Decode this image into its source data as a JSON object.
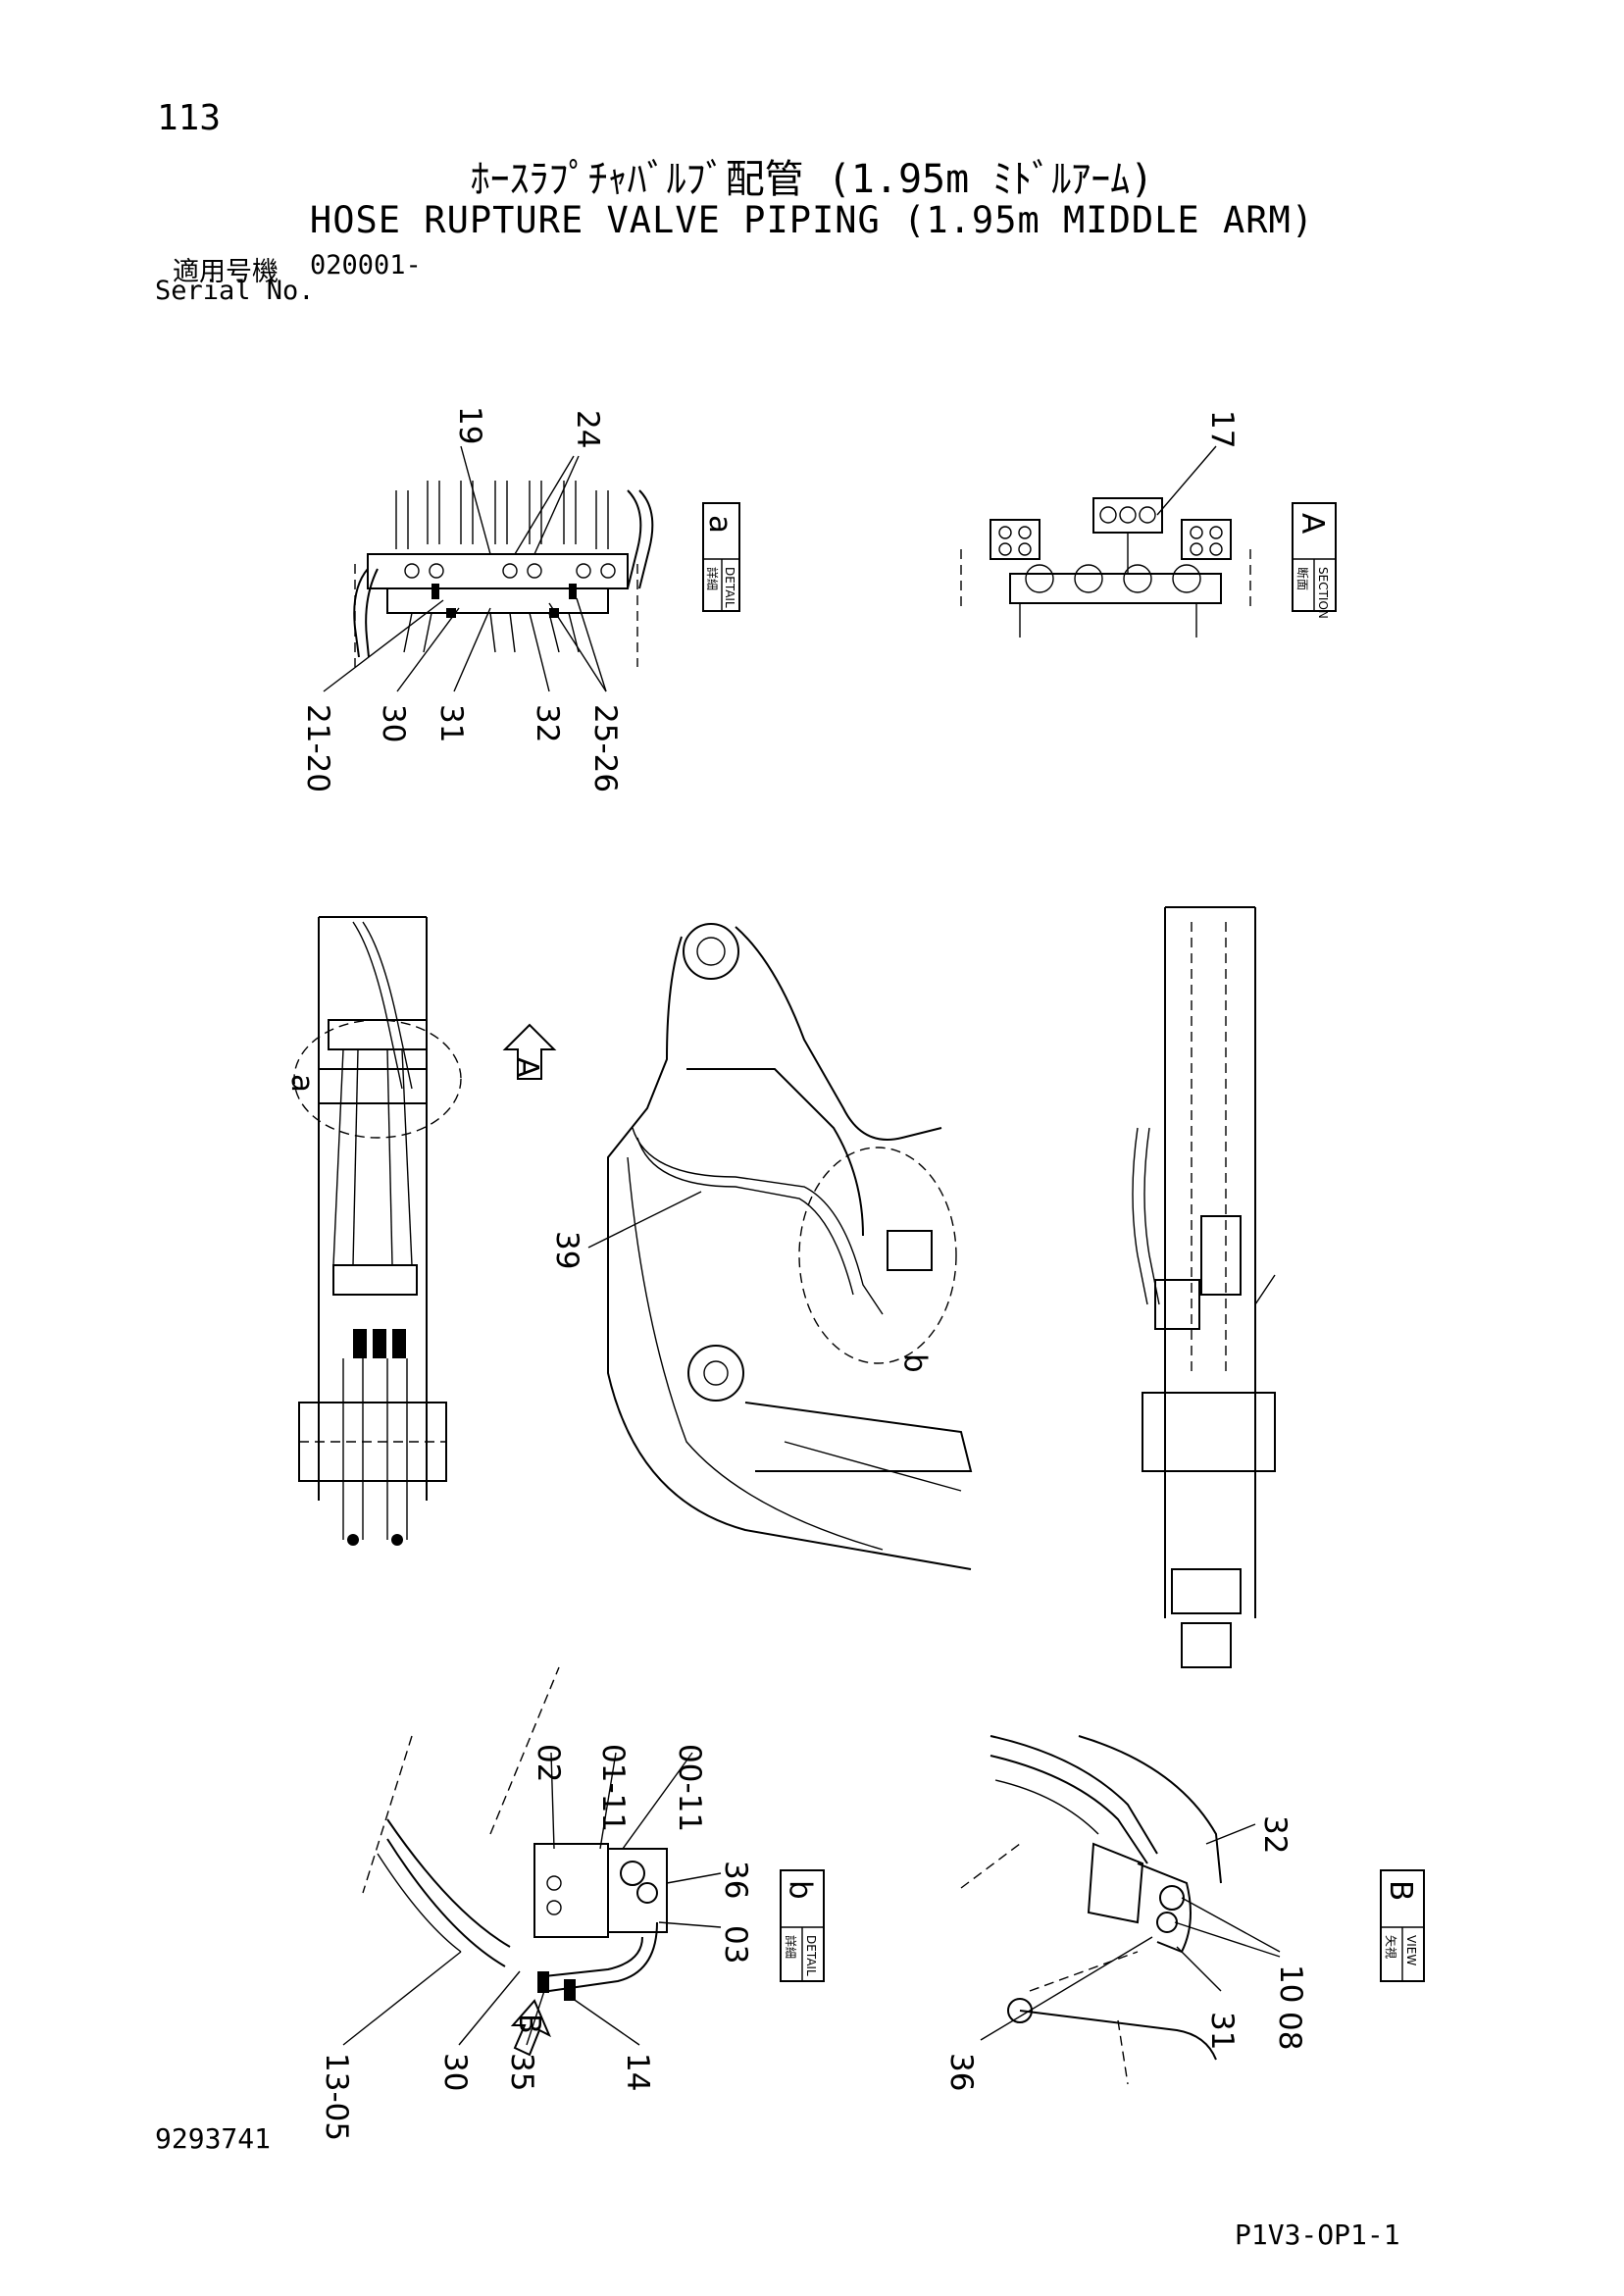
{
  "header": {
    "page_number": "113",
    "title_jp": "ﾎｰｽﾗﾌﾟﾁｬﾊﾞﾙﾌﾞ配管 (1.95m ﾐﾄﾞﾙｱｰﾑ)",
    "title_en": "HOSE RUPTURE VALVE PIPING (1.95m MIDDLE ARM)",
    "serial_label_jp": "適用号機",
    "serial_label_en": "Serial No.",
    "serial_number": "020001-"
  },
  "footer": {
    "document_number": "9293741",
    "sheet_id": "P1V3-OP1-1"
  },
  "views": {
    "detail_a": {
      "letter": "a",
      "kind_jp": "詳細",
      "kind_en": "DETAIL",
      "callouts": [
        "19",
        "24",
        "21-20",
        "30",
        "31",
        "32",
        "25-26"
      ]
    },
    "section_a": {
      "letter": "A",
      "kind_jp": "断面",
      "kind_en": "SECTION",
      "callouts": [
        "17"
      ]
    },
    "main_view": {
      "arrow_letter": "A",
      "detail_circle_a": "a",
      "detail_circle_b": "b",
      "callouts": [
        "39"
      ]
    },
    "detail_b": {
      "letter": "b",
      "kind_jp": "詳細",
      "kind_en": "DETAIL",
      "arrow_letter": "B",
      "callouts": [
        "02",
        "01-11",
        "00-11",
        "36",
        "03",
        "14",
        "35",
        "30",
        "13-05"
      ]
    },
    "view_b": {
      "letter": "B",
      "kind_jp": "矢視",
      "kind_en": "VIEW",
      "callouts": [
        "32",
        "10",
        "08",
        "31",
        "36"
      ]
    }
  }
}
